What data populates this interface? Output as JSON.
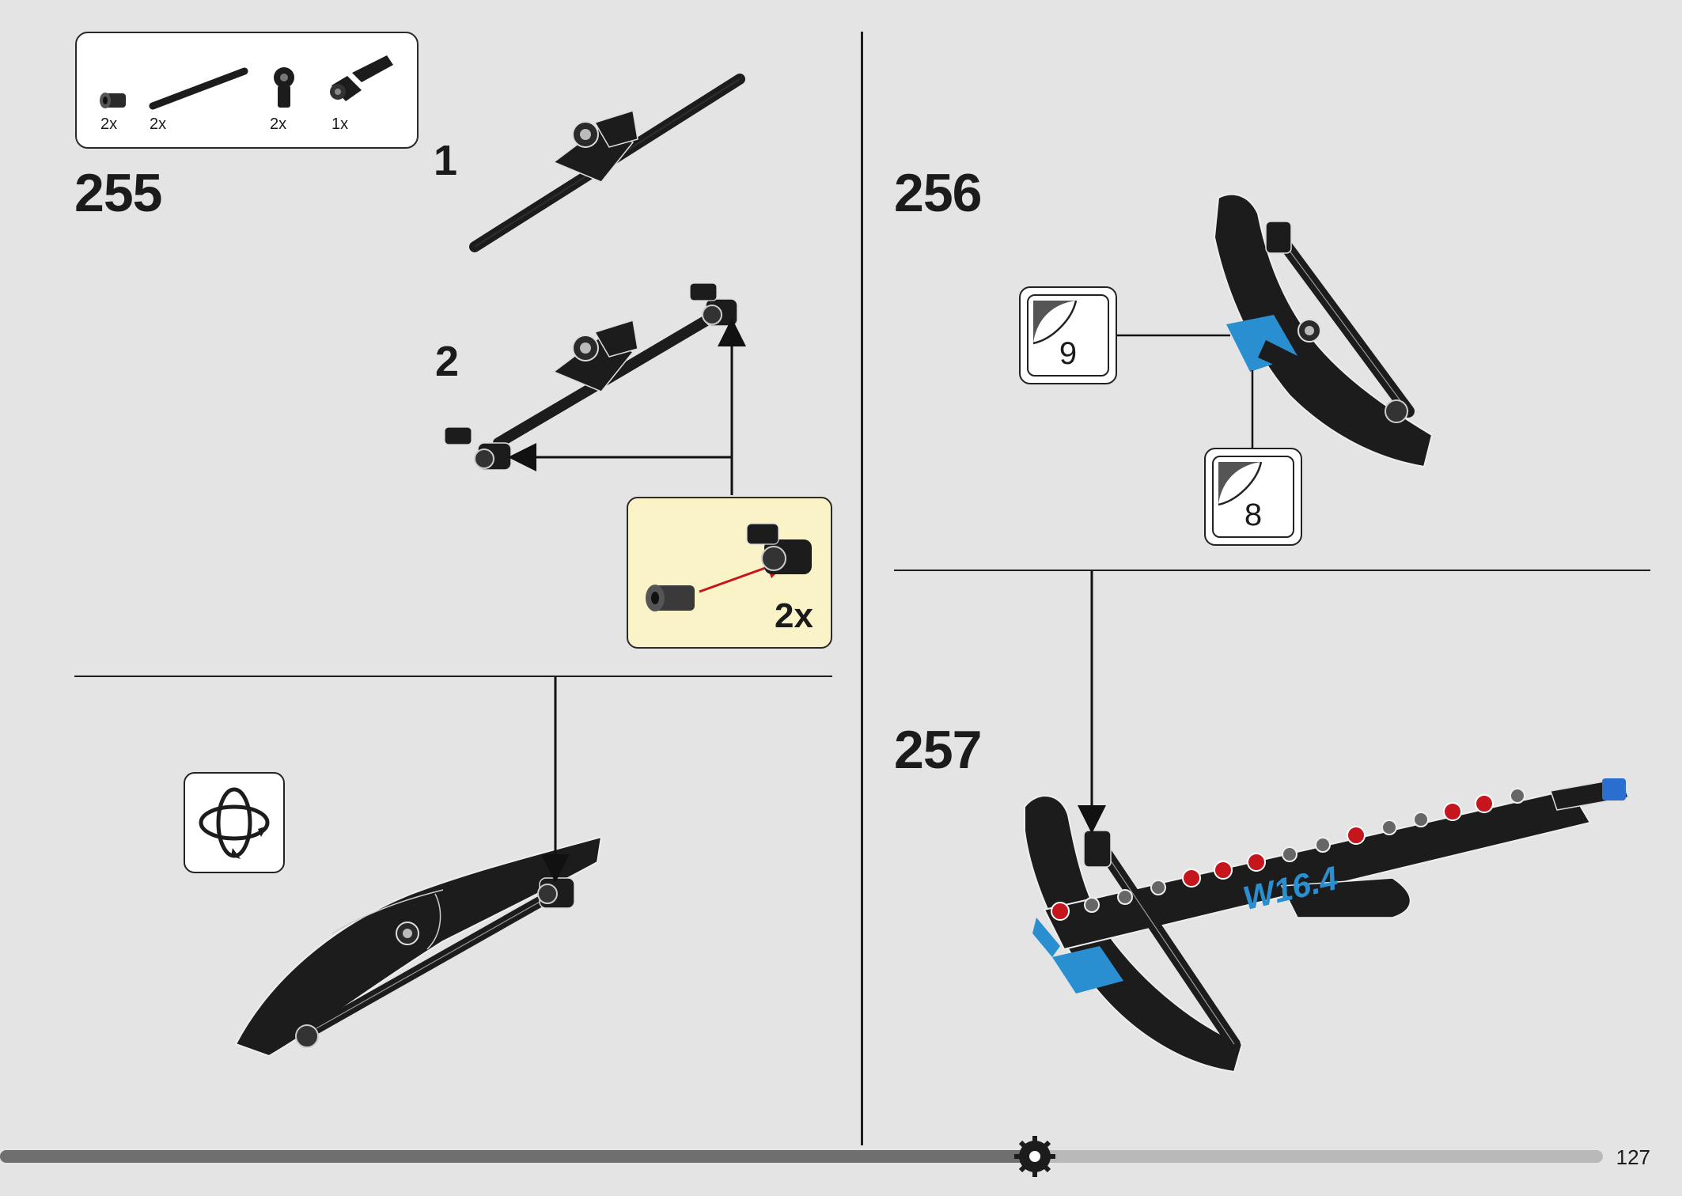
{
  "steps": [
    {
      "number": "255"
    },
    {
      "number": "256"
    },
    {
      "number": "257"
    }
  ],
  "parts_list": [
    {
      "qty": "2x",
      "icon": "axle-pin-icon"
    },
    {
      "qty": "2x",
      "icon": "long-axle-icon"
    },
    {
      "qty": "2x",
      "icon": "axle-connector-icon"
    },
    {
      "qty": "1x",
      "icon": "angle-connector-icon"
    }
  ],
  "substeps": [
    {
      "number": "1"
    },
    {
      "number": "2"
    }
  ],
  "callout": {
    "qty": "2x",
    "background": "#fbf3c8"
  },
  "stickers": [
    {
      "number": "9"
    },
    {
      "number": "8"
    }
  ],
  "model_text": "W16.4",
  "page_number": "127",
  "colors": {
    "background": "#e4e4e4",
    "part_black": "#1c1c1c",
    "accent_blue": "#2a8fd0",
    "stud_red": "#c4161c"
  }
}
